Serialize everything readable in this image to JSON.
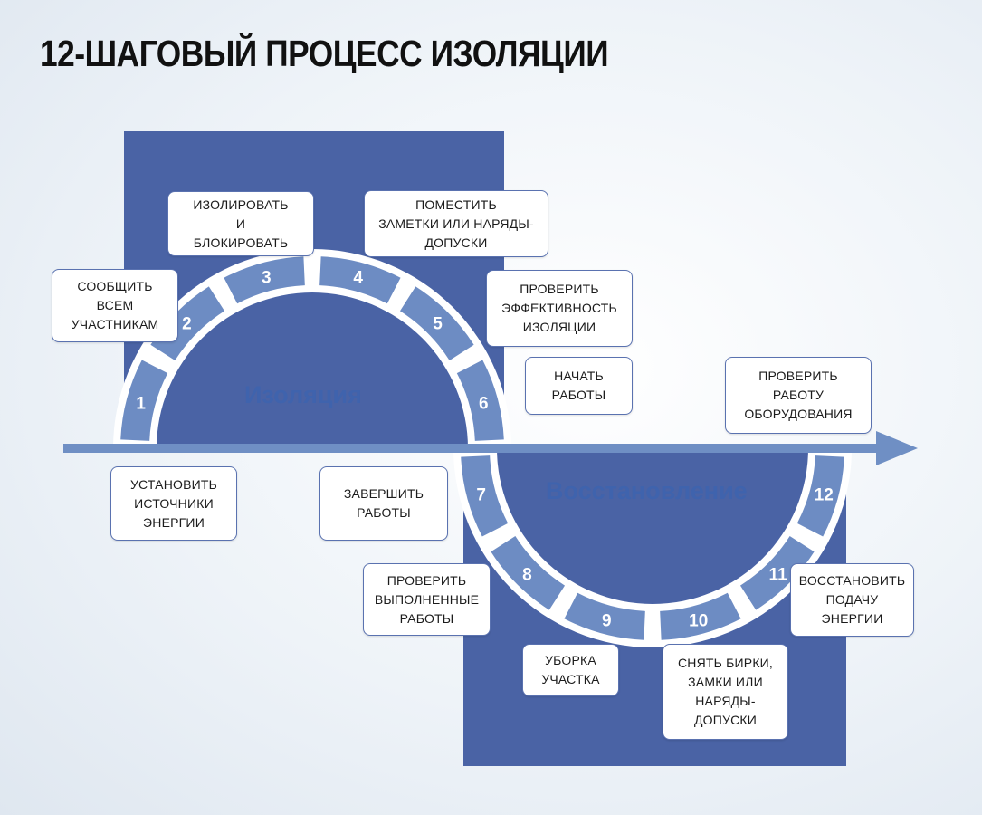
{
  "title": "12-ШАГОВЫЙ ПРОЦЕСС ИЗОЛЯЦИИ",
  "colors": {
    "panel": "#4a63a5",
    "ring": "#ffffff",
    "segment": "#6d8cc3",
    "arrow": "#6f8fc4",
    "phase_text": "#3f63ad",
    "card_border": "#5a72b0"
  },
  "phases": {
    "isolation": "Изоляция",
    "recovery": "Восстановление"
  },
  "steps": [
    "1",
    "2",
    "3",
    "4",
    "5",
    "6",
    "7",
    "8",
    "9",
    "10",
    "11",
    "12"
  ],
  "cards": {
    "identify_energy": "УСТАНОВИТЬ\nИСТОЧНИКИ\nЭНЕРГИИ",
    "notify": "СООБЩИТЬ\nВСЕМ\nУЧАСТНИКАМ",
    "isolate_lock": "ИЗОЛИРОВАТЬ\nИ\nБЛОКИРОВАТЬ",
    "place_tags": "ПОМЕСТИТЬ\nЗАМЕТКИ ИЛИ НАРЯДЫ-\nДОПУСКИ",
    "verify_isolation": "ПРОВЕРИТЬ\nЭФФЕКТИВНОСТЬ\nИЗОЛЯЦИИ",
    "start_work": "НАЧАТЬ\nРАБОТЫ",
    "finish_work": "ЗАВЕРШИТЬ\nРАБОТЫ",
    "check_work": "ПРОВЕРИТЬ\nВЫПОЛНЕННЫЕ\nРАБОТЫ",
    "clean_area": "УБОРКА\nУЧАСТКА",
    "remove_tags": "СНЯТЬ БИРКИ,\nЗАМКИ ИЛИ\nНАРЯДЫ-\nДОПУСКИ",
    "restore_energy": "ВОССТАНОВИТЬ\nПОДАЧУ\nЭНЕРГИИ",
    "check_equipment": "ПРОВЕРИТЬ\nРАБОТУ\nОБОРУДОВАНИЯ"
  }
}
